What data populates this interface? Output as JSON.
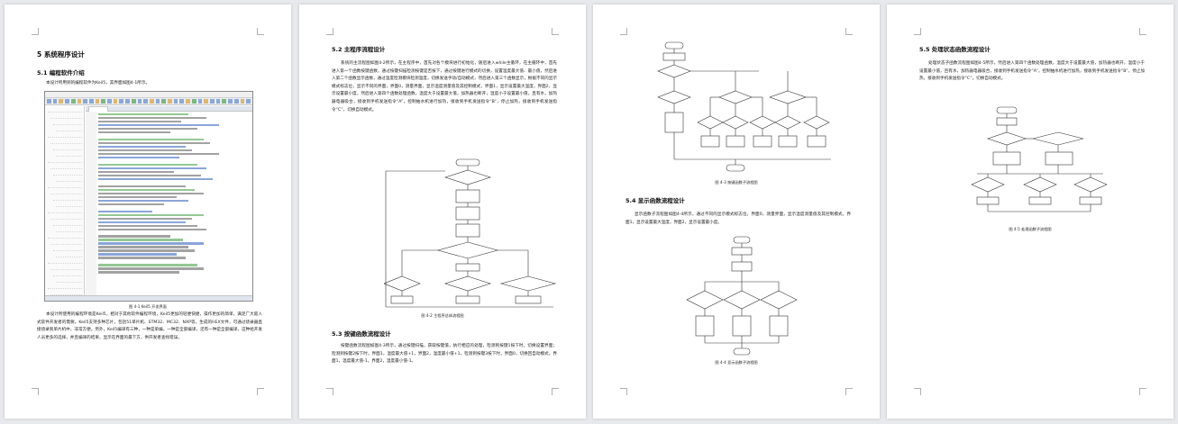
{
  "pages": [
    {
      "heading1": "5 系统程序设计",
      "heading2": "5.1 编程软件介绍",
      "intro": "本设计所用到的编程软件为Keil5，其界面如图4-1所示。",
      "figure_caption": "图 4-1 Keil5 开发界面",
      "body": "本设计所使用的编程环境是Keil5，相对于其他软件编程环境，Keil5更加的轻便快捷，操作更加的简单，满足广大嵌入式软件开发者的需要。Keil5支持多种芯片，包括51单片机、STM32、MC32、NXP等，生成的HEX文件，可通过烧录器直接烧录到单片机中，非常方便。另外，Keil5编译有三种，一种是单编，一种是全部编译，还有一种是全部编译，这种给开发人员更多的选择，并且编译的结果，显示在界面的最下方，供开发者查找错误。"
    },
    {
      "heading2": "5.2 主程序流程设计",
      "body": "系统的主流程图如图4-2所示，在主程序中，首先对各个模块进行初始化，随后进入while主循环，在主循环中，首先进入第一个函数按键函数，通过按键扫描检测按键是否按下，通过按键进行模式的切换，设置温度最大值、最小值，然后进入第二个函数显示函数，通过温度检测模块检测温度，切换发送手动/自动模式，然后进入第三个函数显示，根据不同的显示模式标志位，显示不同的界面，界面0，测量界面，显示温度测量值及其控制模式，界面1，显示设置最大温度，界面2，显示设置最小度，然后进入第四个函数处理函数，温度大于设置最大值，加热器也断开，温度小于设置最小值，且有水，加热器电器吸合，接收到手机发送指令“A”，控制抽水机进行加热，接收到手机发送指令“B”，停止加热，接收到手机发送指令“C”，切换自动模式。",
      "figure_caption": "图 4-2 主程序总体流程图",
      "heading2b": "5.3 按键函数流程设计",
      "body2": "按键函数流程图如图4-3所示，通过按键扫描，获取按键值，执行相应的处理，检测到按键1按下时，切换设置界面；检测到按键2按下时，界面1，温度最大值+1，界面2，温度最小值+1，检测到按键3按下时，界面0，切换回自动模式，界面1，温度最大值-1，界面2，温度最小值-1。"
    },
    {
      "figure_caption": "图 4-3 按键函数子流程图",
      "heading2": "5.4 显示函数流程设计",
      "body": "显示函数子流程图如图4-4所示，通过不同的显示模式标志位，界面0，测量界面，显示温度测量值及其控制模式，界面1，显示设置最大温度，界面2，显示设置最小度。",
      "figure_caption_2": "图 4-4 显示函数子流程图"
    },
    {
      "heading2": "5.5 处理状态函数流程设计",
      "body": "处理状态子函数流程图如图4-5所示，然后进入第四个函数处理函数，温度大于设置最大值，加热器也断开，温度小于设置最小值，且有水，加热器电器吸合，接收到手机发送指令“A”，控制抽水机进行加热，接收到手机发送指令“B”，停止加热，接收到手机发送指令“C”，切换自动模式。",
      "figure_caption": "图 4-5 处理函数子流程图"
    }
  ]
}
